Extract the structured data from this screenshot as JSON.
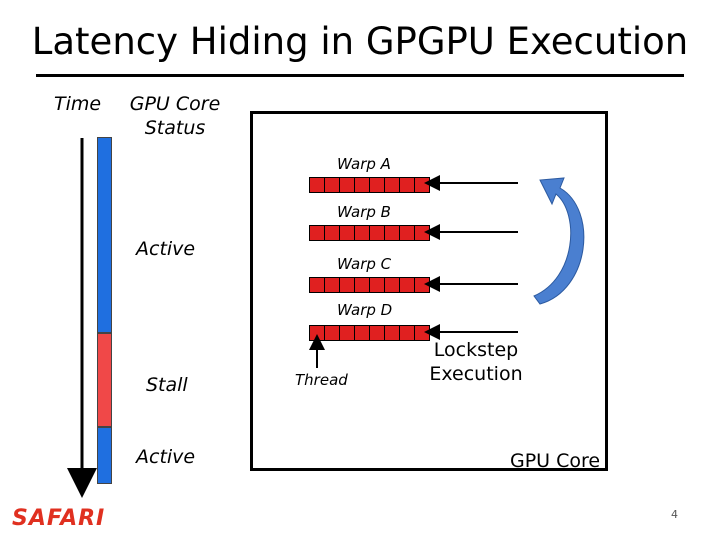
{
  "title": "Latency Hiding in GPGPU Execution",
  "headers": {
    "time": "Time",
    "status": "GPU Core Status"
  },
  "timeline": {
    "segments": [
      {
        "state": "Active",
        "fraction": 0.55
      },
      {
        "state": "Stall",
        "fraction": 0.29
      },
      {
        "state": "Active",
        "fraction": 0.16
      }
    ],
    "colors": {
      "active": "#1f6fe0",
      "stall": "#f04848"
    },
    "labels": {
      "active_top": "Active",
      "stall": "Stall",
      "active_bottom": "Active"
    }
  },
  "core": {
    "label": "GPU Core",
    "warps": [
      {
        "name": "Warp A",
        "threads": 8
      },
      {
        "name": "Warp B",
        "threads": 8
      },
      {
        "name": "Warp C",
        "threads": 8
      },
      {
        "name": "Warp D",
        "threads": 8
      }
    ],
    "thread_label": "Thread",
    "lockstep_label": "Lockstep Execution",
    "warp_color": "#e02020",
    "cycle_arrow_color": "#4a7fd0"
  },
  "footer": {
    "logo": "SAFARI",
    "page_number": "4"
  }
}
